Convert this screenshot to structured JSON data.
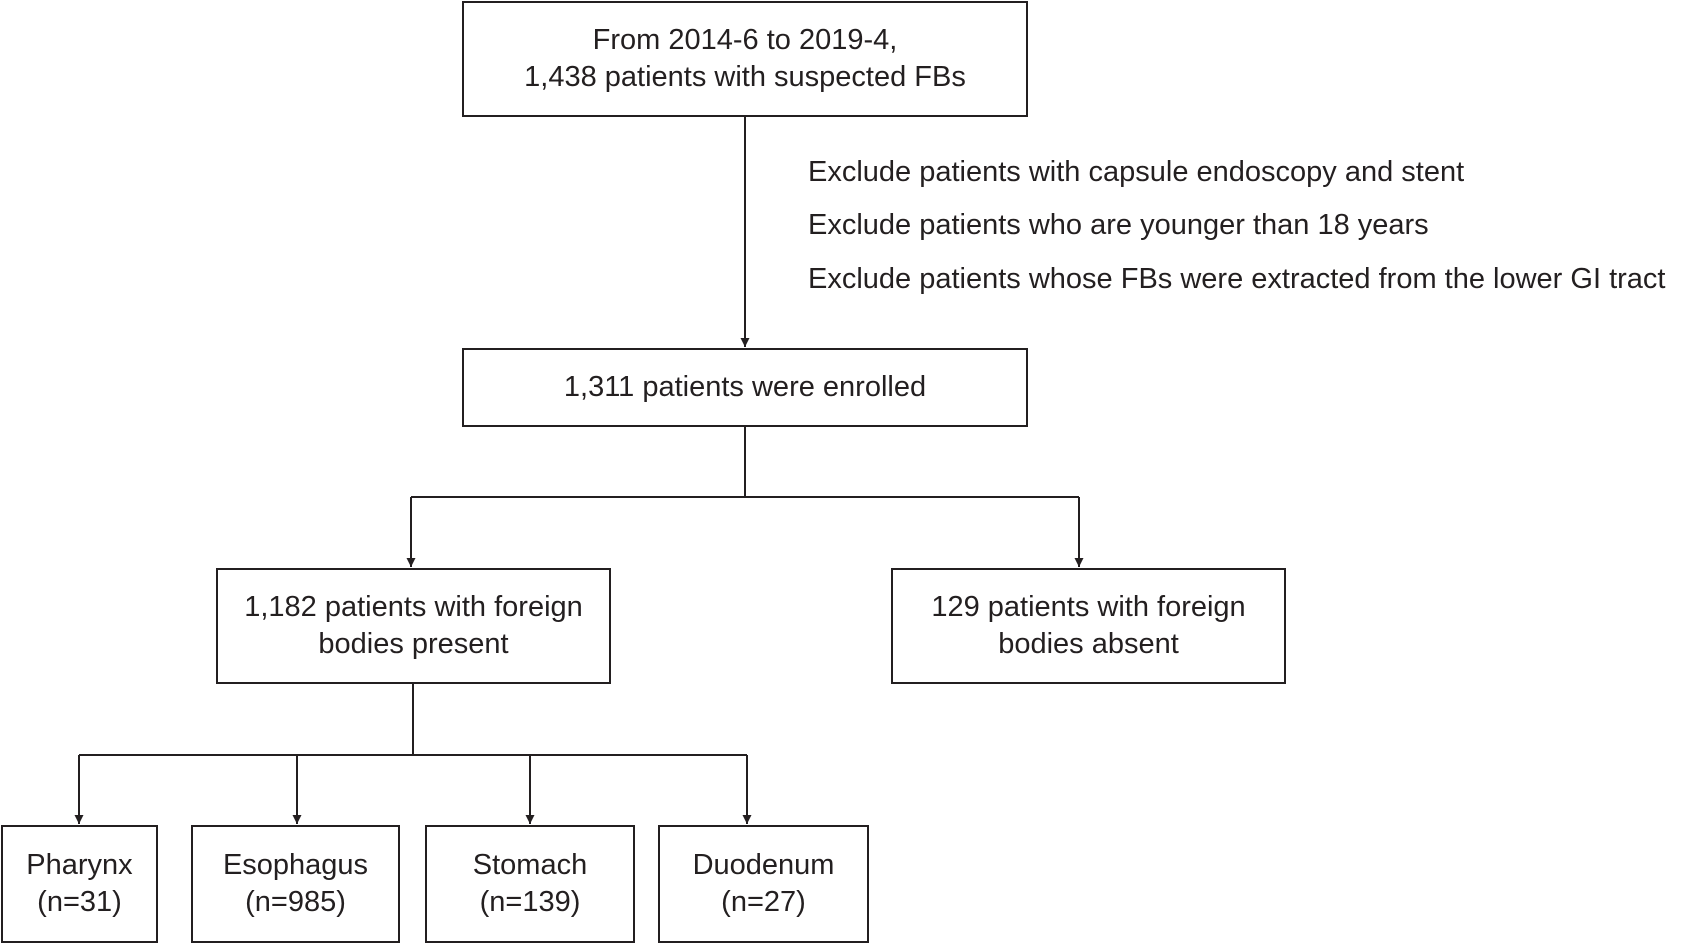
{
  "start_box": {
    "line1": "From 2014-6 to 2019-4,",
    "line2": "1,438 patients with suspected FBs"
  },
  "exclusions": [
    "Exclude patients with capsule endoscopy and stent",
    "Exclude patients who are younger than 18 years",
    "Exclude patients whose FBs were extracted from the lower GI tract"
  ],
  "enrolled_box": {
    "text": "1,311 patients were enrolled"
  },
  "present_box": {
    "line1": "1,182 patients with foreign",
    "line2": "bodies present"
  },
  "absent_box": {
    "line1": "129 patients with foreign",
    "line2": "bodies absent"
  },
  "sites": [
    {
      "name": "Pharynx",
      "count": "(n=31)"
    },
    {
      "name": "Esophagus",
      "count": "(n=985)"
    },
    {
      "name": "Stomach",
      "count": "(n=139)"
    },
    {
      "name": "Duodenum",
      "count": "(n=27)"
    }
  ],
  "colors": {
    "line": "#231f20",
    "text": "#231f20",
    "background": "#ffffff"
  }
}
